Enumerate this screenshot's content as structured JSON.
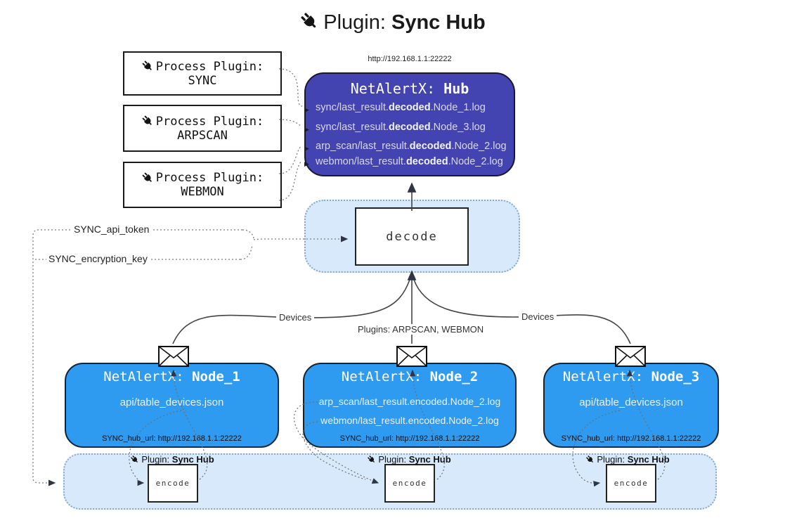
{
  "title": {
    "prefix": "Plugin: ",
    "bold": "Sync Hub"
  },
  "icons": {
    "tri": "▶"
  },
  "colors": {
    "hub_fill": "#4343b2",
    "node_fill": "#2e9af0",
    "panel_fill": "#d7e9fb",
    "panel_border": "#84a9cf",
    "solid_line": "#444444",
    "dotted_line": "#7c7c7c",
    "arrowhead": "#2f3542"
  },
  "hub": {
    "url": "http://192.168.1.1:22222",
    "title_prefix": "NetAlertX: ",
    "title_bold": "Hub",
    "lines": [
      {
        "pre": "sync/last_result.",
        "bold": "decoded",
        "post": ".Node_1.log"
      },
      {
        "pre": "sync/last_result.",
        "bold": "decoded",
        "post": ".Node_3.log"
      },
      {
        "pre": "arp_scan/last_result.",
        "bold": "decoded",
        "post": ".Node_2.log"
      },
      {
        "pre": "webmon/last_result.",
        "bold": "decoded",
        "post": ".Node_2.log"
      }
    ]
  },
  "process_plugins": [
    {
      "label": "Process Plugin:",
      "name": "SYNC"
    },
    {
      "label": "Process Plugin:",
      "name": "ARPSCAN"
    },
    {
      "label": "Process Plugin:",
      "name": "WEBMON"
    }
  ],
  "decode_label": "decode",
  "encode_label": "encode",
  "keys": {
    "api_token": "SYNC_api_token",
    "encryption_key": "SYNC_encryption_key"
  },
  "edge_labels": {
    "devices_left": "Devices",
    "plugins_mid": "Plugins: ARPSCAN, WEBMON",
    "devices_right": "Devices"
  },
  "nodes": [
    {
      "title_prefix": "NetAlertX: ",
      "title_bold": "Node_1",
      "lines": [
        "api/table_devices.json"
      ],
      "footer": "SYNC_hub_url: http://192.168.1.1:22222"
    },
    {
      "title_prefix": "NetAlertX: ",
      "title_bold": "Node_2",
      "lines": [
        "arp_scan/last_result.encoded.Node_2.log",
        "webmon/last_result.encoded.Node_2.log"
      ],
      "footer": "SYNC_hub_url: http://192.168.1.1:22222"
    },
    {
      "title_prefix": "NetAlertX: ",
      "title_bold": "Node_3",
      "lines": [
        "api/table_devices.json"
      ],
      "footer": "SYNC_hub_url: http://192.168.1.1:22222"
    }
  ],
  "encode_plugin_label": {
    "prefix": "Plugin: ",
    "bold": "Sync Hub"
  }
}
